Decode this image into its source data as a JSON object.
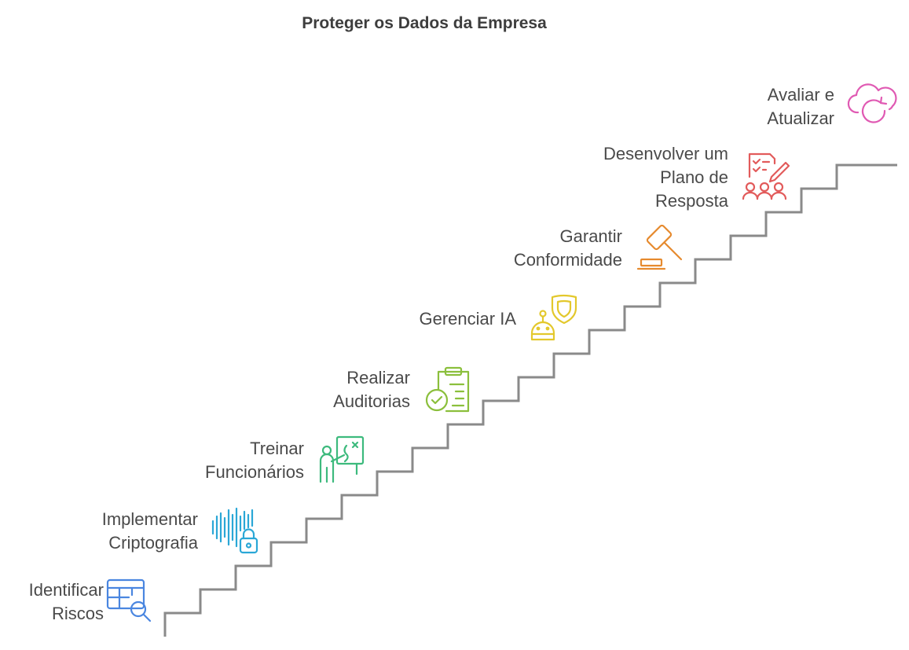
{
  "title": "Proteger os Dados da Empresa",
  "steps": [
    {
      "lines": [
        "Identificar",
        "Riscos"
      ],
      "icon": "table-search-icon",
      "color": "#4a86e0"
    },
    {
      "lines": [
        "Implementar",
        "Criptografia"
      ],
      "icon": "soundwave-lock-icon",
      "color": "#2aa7d6"
    },
    {
      "lines": [
        "Treinar",
        "Funcionários"
      ],
      "icon": "teacher-board-icon",
      "color": "#3dba7d"
    },
    {
      "lines": [
        "Realizar",
        "Auditorias"
      ],
      "icon": "clipboard-check-icon",
      "color": "#8bbf3c"
    },
    {
      "lines": [
        "Gerenciar IA"
      ],
      "icon": "robot-shield-icon",
      "color": "#e3c82c"
    },
    {
      "lines": [
        "Garantir",
        "Conformidade"
      ],
      "icon": "gavel-icon",
      "color": "#e68a2e"
    },
    {
      "lines": [
        "Desenvolver um",
        "Plano de",
        "Resposta"
      ],
      "icon": "team-plan-icon",
      "color": "#e25b5b"
    },
    {
      "lines": [
        "Avaliar e",
        "Atualizar"
      ],
      "icon": "cloud-refresh-icon",
      "color": "#e05ab3"
    }
  ]
}
